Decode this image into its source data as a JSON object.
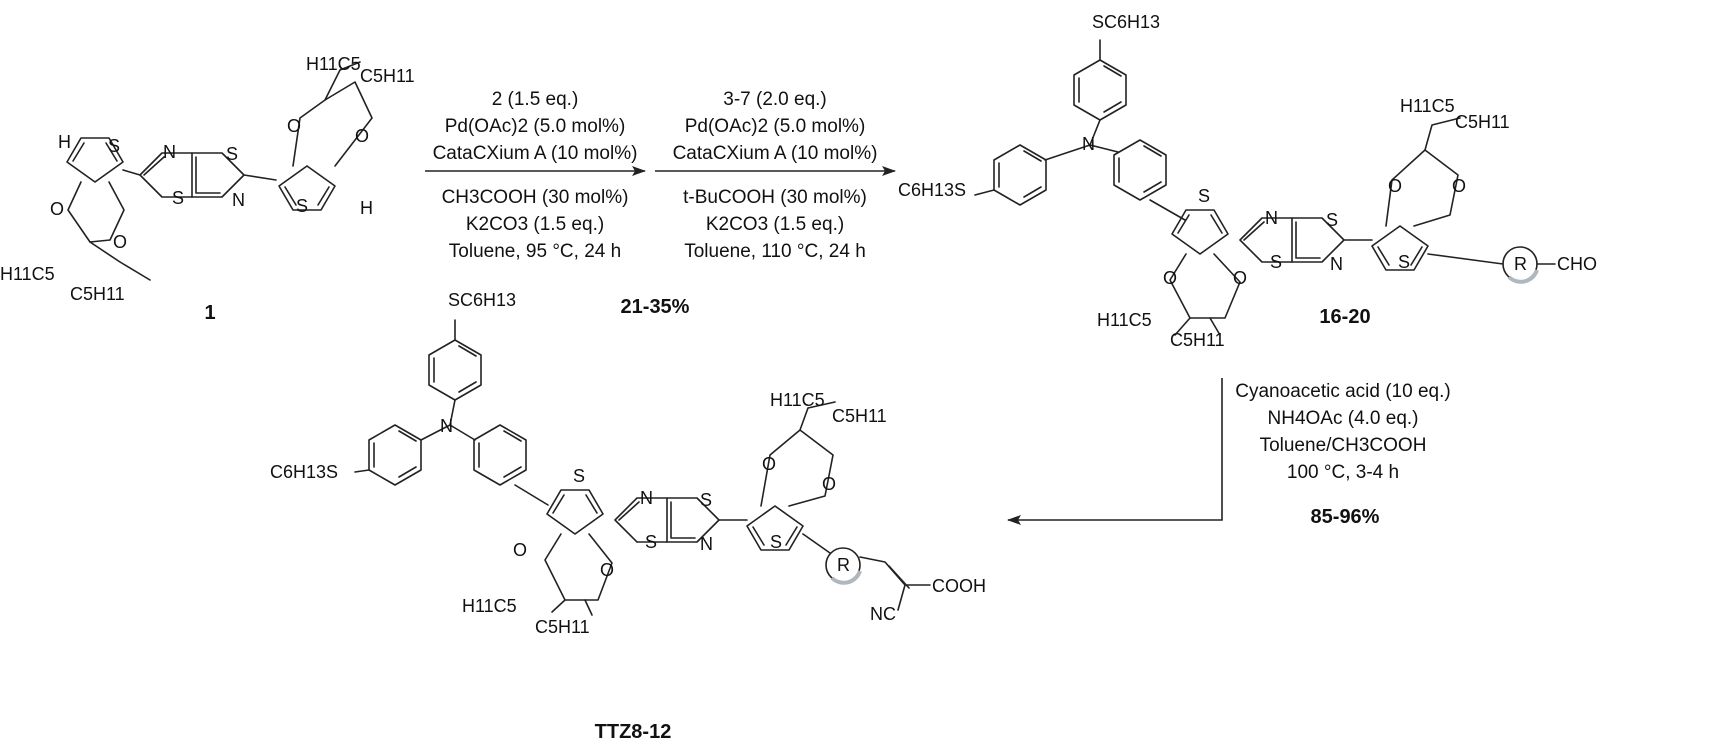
{
  "compounds": {
    "c1": {
      "label": "1"
    },
    "c1620": {
      "label": "16-20"
    },
    "cttz": {
      "label": "TTZ8-12"
    }
  },
  "atoms": {
    "S": "S",
    "N": "N",
    "O": "O",
    "H": "H",
    "R": "R",
    "H11C5": "H11C5",
    "C5H11": "C5H11",
    "SC6H13": "SC6H13",
    "C6H13S": "C6H13S",
    "CHO": "CHO",
    "COOH": "COOH",
    "NC": "NC"
  },
  "step1": {
    "lines_top": [
      "2 (1.5 eq.)",
      "Pd(OAc)2 (5.0 mol%)",
      "CataCXium A (10 mol%)"
    ],
    "lines_bottom": [
      "CH3COOH (30 mol%)",
      "K2CO3 (1.5 eq.)",
      "Toluene, 95 °C, 24 h"
    ],
    "yield": "21-35%"
  },
  "step2": {
    "lines_top": [
      "3-7 (2.0 eq.)",
      "Pd(OAc)2 (5.0 mol%)",
      "CataCXium A (10 mol%)"
    ],
    "lines_bottom": [
      "t-BuCOOH (30 mol%)",
      "K2CO3 (1.5 eq.)",
      "Toluene, 110 °C, 24 h"
    ]
  },
  "step3": {
    "lines": [
      "Cyanoacetic acid (10 eq.)",
      "NH4OAc (4.0 eq.)",
      "Toluene/CH3COOH",
      "100 °C, 3-4 h"
    ],
    "yield": "85-96%"
  }
}
